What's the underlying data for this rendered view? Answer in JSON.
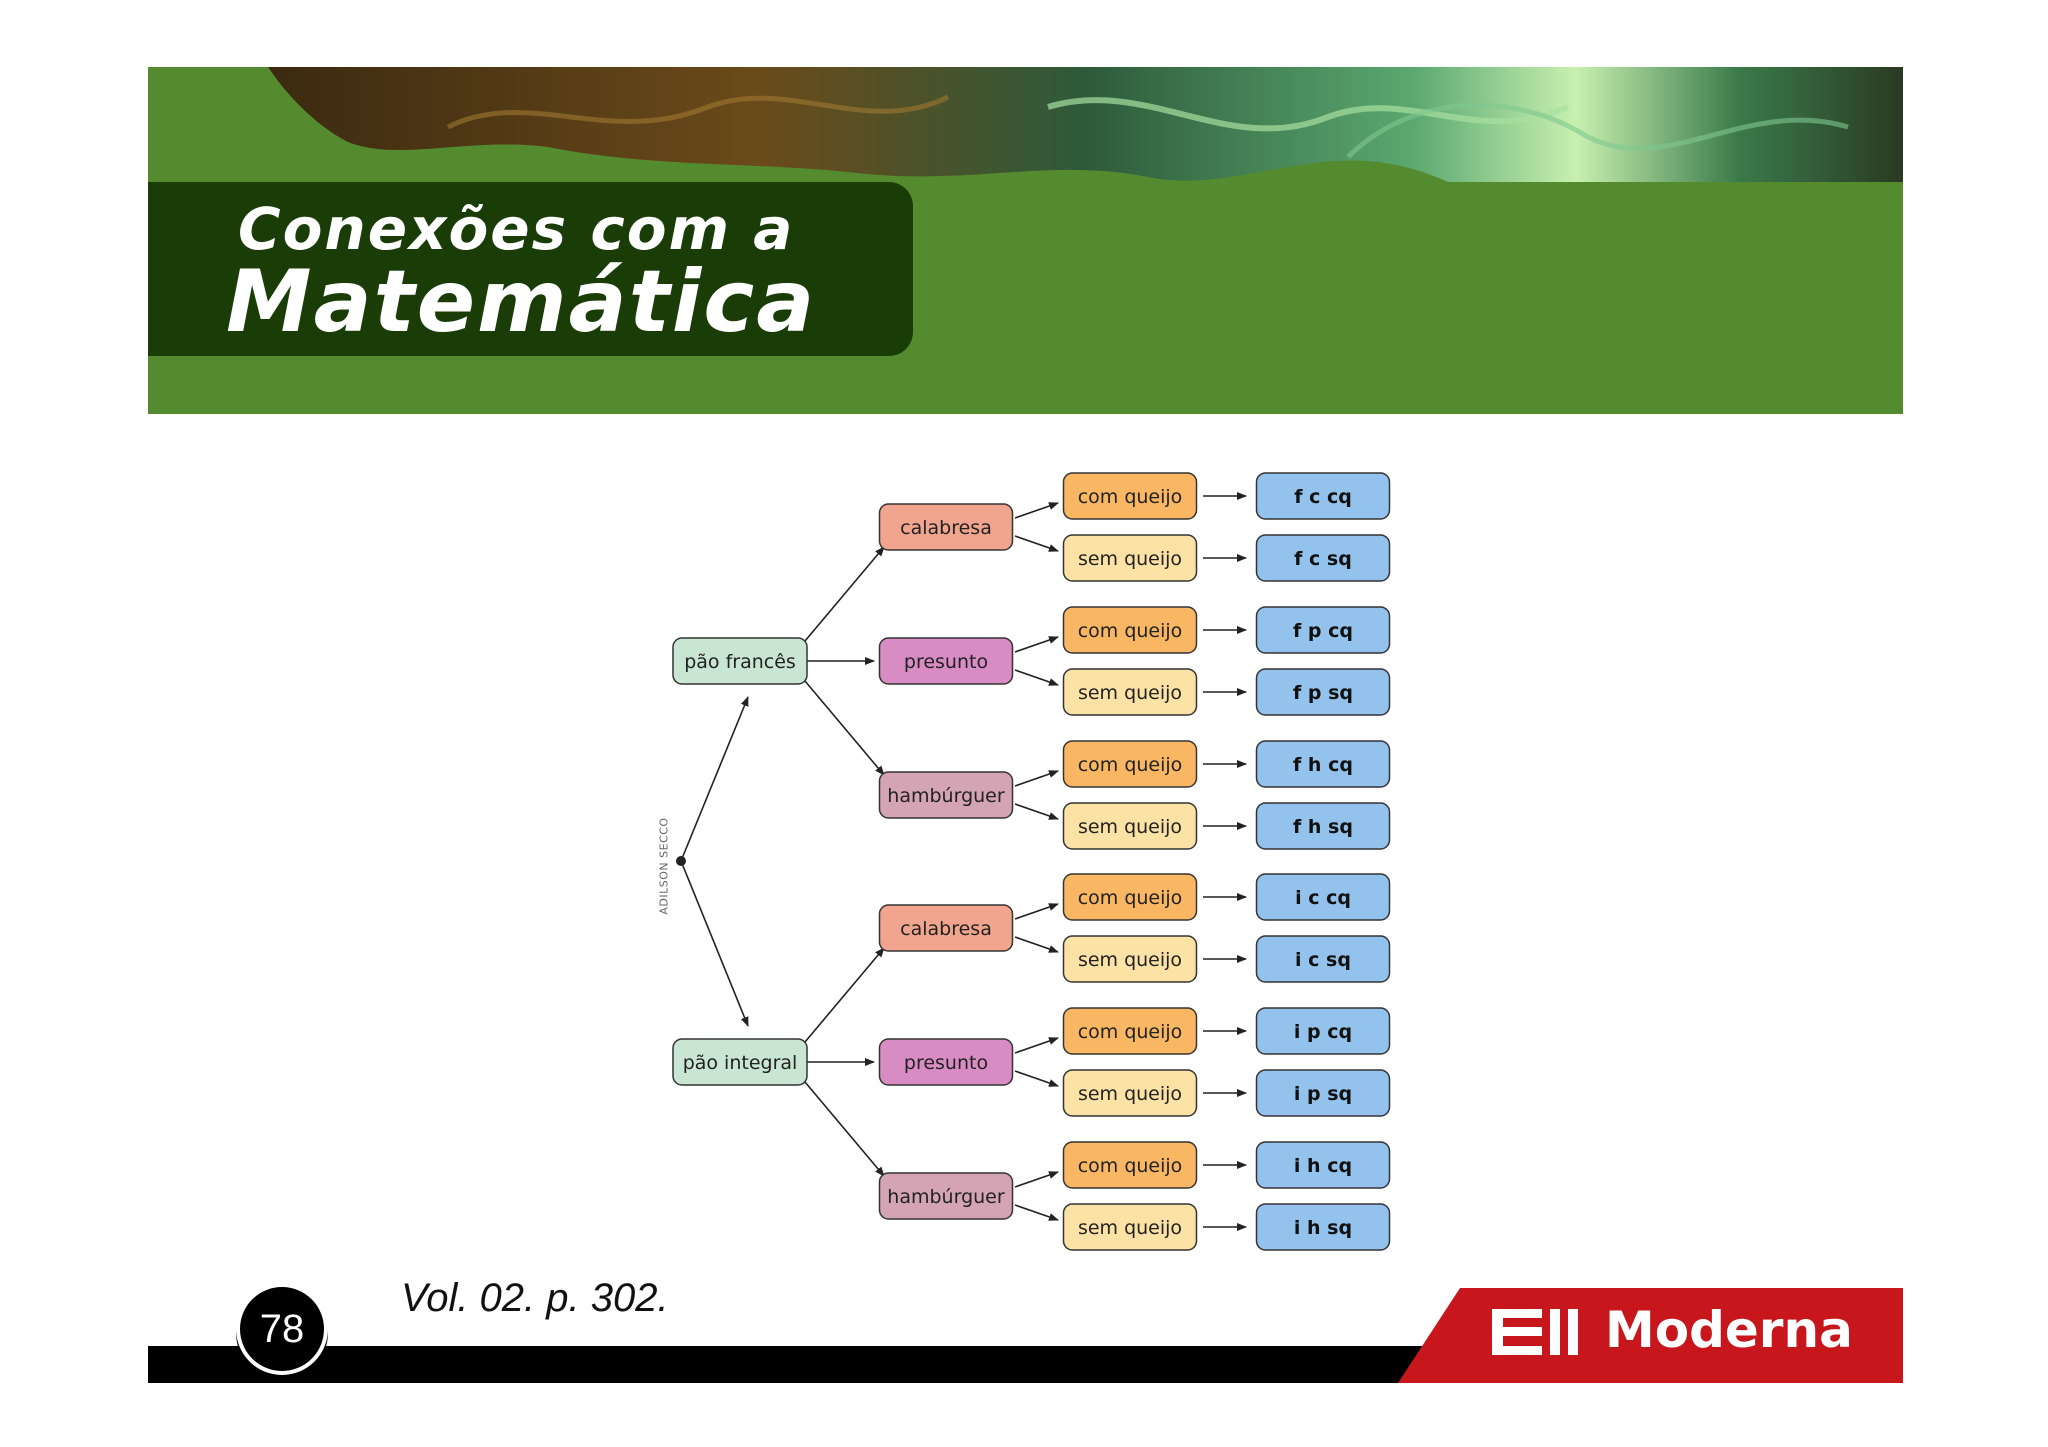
{
  "header": {
    "title_line1": "Conexões com a",
    "title_line2": "Matemática",
    "banner_color": "#558b2f",
    "title_box_color": "#1a3d08"
  },
  "diagram": {
    "credit": "ADILSON SECCO",
    "level1": [
      "pão francês",
      "pão integral"
    ],
    "level2": [
      "calabresa",
      "presunto",
      "hambúrguer"
    ],
    "level3": [
      "com queijo",
      "sem queijo"
    ],
    "outcomes": [
      "f c cq",
      "f c sq",
      "f p cq",
      "f p sq",
      "f h cq",
      "f h sq",
      "i c cq",
      "i c sq",
      "i p cq",
      "i p sq",
      "i h cq",
      "i h sq"
    ],
    "colors": {
      "bread": "#c9e6d2",
      "calabresa": "#f2a58e",
      "presunto": "#d98cc4",
      "hamburguer": "#d4a4b4",
      "com_queijo": "#f9b764",
      "sem_queijo": "#fde2a6",
      "outcome": "#93c2ec"
    }
  },
  "footer": {
    "page_number": "78",
    "source": "Vol. 02. p. 302.",
    "brand": "Moderna",
    "brand_color": "#c8161d"
  }
}
